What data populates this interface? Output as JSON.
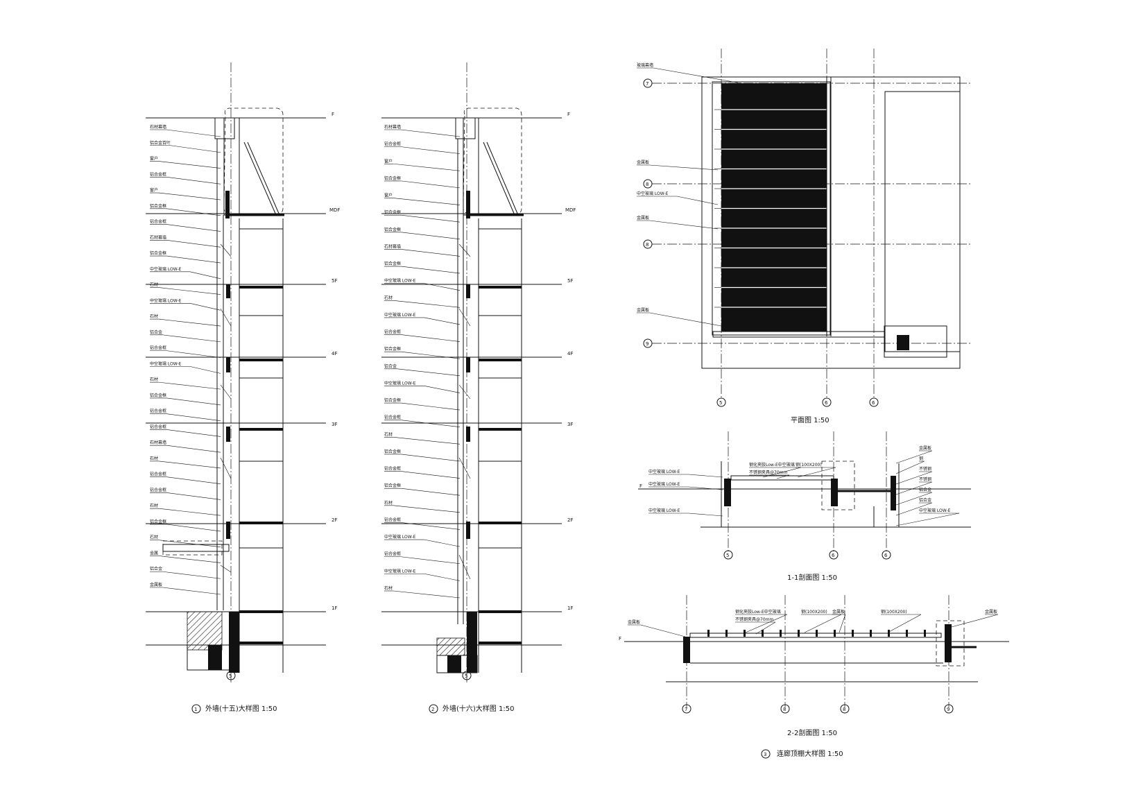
{
  "drawings": {
    "d1": {
      "number": "1",
      "caption": "外墙(十五)大样图 1:50",
      "axis_label": "5",
      "levels": [
        "F",
        "MDF",
        "5F",
        "4F",
        "3F",
        "2F",
        "1F"
      ],
      "labels": [
        "石材幕墙",
        "铝合金百叶",
        "窗户",
        "铝合金框",
        "窗户",
        "铝合金框",
        "铝合金框",
        "石材幕墙",
        "铝合金框",
        "中空玻璃 LOW-E",
        "石材",
        "中空玻璃 LOW-E",
        "石材",
        "铝合金",
        "铝合金框",
        "中空玻璃 LOW-E",
        "石材",
        "铝合金框",
        "铝合金框",
        "铝合金框",
        "石材幕墙",
        "石材",
        "铝合金框",
        "铝合金框",
        "石材",
        "铝合金框",
        "石材",
        "金属",
        "铝合金",
        "金属板"
      ]
    },
    "d2": {
      "number": "2",
      "caption": "外墙(十六)大样图 1:50",
      "axis_label": "5",
      "levels": [
        "F",
        "MDF",
        "5F",
        "4F",
        "3F",
        "2F",
        "1F"
      ],
      "labels": [
        "石材幕墙",
        "铝合金框",
        "窗户",
        "铝合金框",
        "窗户",
        "铝合金框",
        "铝合金框",
        "石材幕墙",
        "铝合金框",
        "中空玻璃 LOW-E",
        "石材",
        "中空玻璃 LOW-E",
        "铝合金框",
        "铝合金框",
        "铝合金",
        "中空玻璃 LOW-E",
        "铝合金框",
        "铝合金框",
        "石材",
        "铝合金框",
        "铝合金框",
        "铝合金框",
        "石材",
        "铝合金框",
        "中空玻璃 LOW-E",
        "铝合金框",
        "中空玻璃 LOW-E",
        "石材"
      ]
    },
    "plan": {
      "caption": "平面图 1:50",
      "axis_bottom": [
        "5",
        "6",
        "6"
      ],
      "axis_left": [
        "7",
        "8",
        "8",
        "9"
      ],
      "labels": [
        "玻璃幕墙",
        "金属板",
        "中空玻璃 LOW-E",
        "金属板",
        "金属板"
      ]
    },
    "s11": {
      "caption": "1-1剖面图 1:50",
      "axis_bottom": [
        "5",
        "6",
        "6"
      ],
      "level": "F",
      "labels_left": [
        "中空玻璃 LOW-E",
        "中空玻璃 LOW-E",
        "中空玻璃 LOW-E"
      ],
      "labels_top": [
        "钢化夹胶Low-E中空玻璃",
        "钢(100X200)",
        "不锈钢夹具@70mm"
      ],
      "labels_right": [
        "金属板",
        "钢",
        "不锈钢",
        "不锈钢",
        "铝合金",
        "铝合金",
        "中空玻璃 LOW-E"
      ]
    },
    "s22": {
      "caption": "2-2剖面图 1:50",
      "axis_bottom": [
        "7",
        "8",
        "8",
        "9"
      ],
      "level": "F",
      "labels": [
        "金属板",
        "钢化夹胶Low-E中空玻璃",
        "钢(100X200)",
        "金属板",
        "钢(100X200)",
        "不锈钢夹具@70mm",
        "金属板"
      ]
    },
    "d3": {
      "number": "3",
      "caption": "连廊顶棚大样图 1:50"
    }
  }
}
